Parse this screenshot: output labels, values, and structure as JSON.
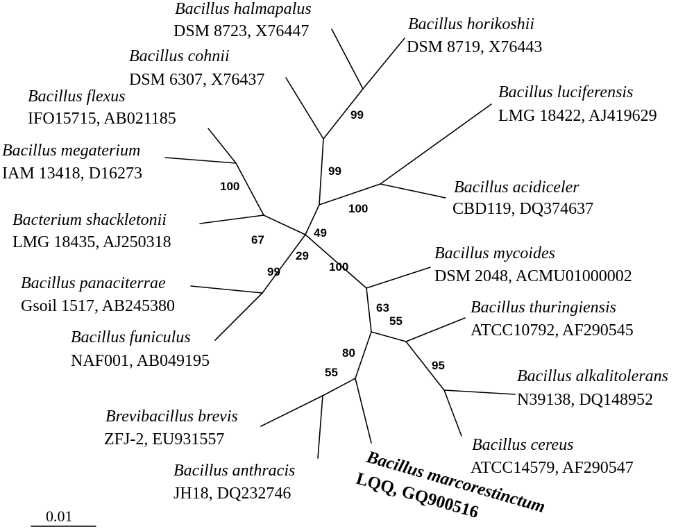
{
  "taxa": [
    {
      "id": "halmapalus",
      "species": "Bacillus halmapalus",
      "accession": "DSM 8723, X76447"
    },
    {
      "id": "horikoshii",
      "species": "Bacillus horikoshii",
      "accession": "DSM 8719, X76443"
    },
    {
      "id": "cohnii",
      "species": "Bacillus cohnii",
      "accession": "DSM 6307, X76437"
    },
    {
      "id": "flexus",
      "species": "Bacillus flexus",
      "accession": "IFO15715, AB021185"
    },
    {
      "id": "luciferensis",
      "species": "Bacillus luciferensis",
      "accession": "LMG 18422, AJ419629"
    },
    {
      "id": "megaterium",
      "species": "Bacillus megaterium",
      "accession": "IAM 13418, D16273"
    },
    {
      "id": "acidiceler",
      "species": "Bacillus acidiceler",
      "accession": "CBD119, DQ374637"
    },
    {
      "id": "shackletonii",
      "species": "Bacterium shackletonii",
      "accession": "LMG 18435, AJ250318"
    },
    {
      "id": "mycoides",
      "species": "Bacillus mycoides",
      "accession": "DSM 2048, ACMU01000002"
    },
    {
      "id": "panaciterrae",
      "species": "Bacillus panaciterrae",
      "accession": "Gsoil 1517, AB245380"
    },
    {
      "id": "thuringiensis",
      "species": "Bacillus thuringiensis",
      "accession": "ATCC10792, AF290545"
    },
    {
      "id": "funiculus",
      "species": "Bacillus funiculus",
      "accession": "NAF001, AB049195"
    },
    {
      "id": "alkalitolerans",
      "species": "Bacillus alkalitolerans",
      "accession": "N39138, DQ148952"
    },
    {
      "id": "brevis",
      "species": "Brevibacillus brevis",
      "accession": "ZFJ-2, EU931557"
    },
    {
      "id": "cereus",
      "species": "Bacillus cereus",
      "accession": "ATCC14579, AF290547"
    },
    {
      "id": "anthracis",
      "species": "Bacillus anthracis",
      "accession": "JH18, DQ232746"
    },
    {
      "id": "marcorestinctum",
      "species": "Bacillus marcorestinctum",
      "accession": "LQQ, GQ900516",
      "highlighted": true
    }
  ],
  "bootstrap": [
    "99",
    "99",
    "100",
    "100",
    "49",
    "67",
    "29",
    "99",
    "100",
    "63",
    "55",
    "95",
    "80",
    "55"
  ],
  "scale_bar": {
    "label": "0.01"
  }
}
